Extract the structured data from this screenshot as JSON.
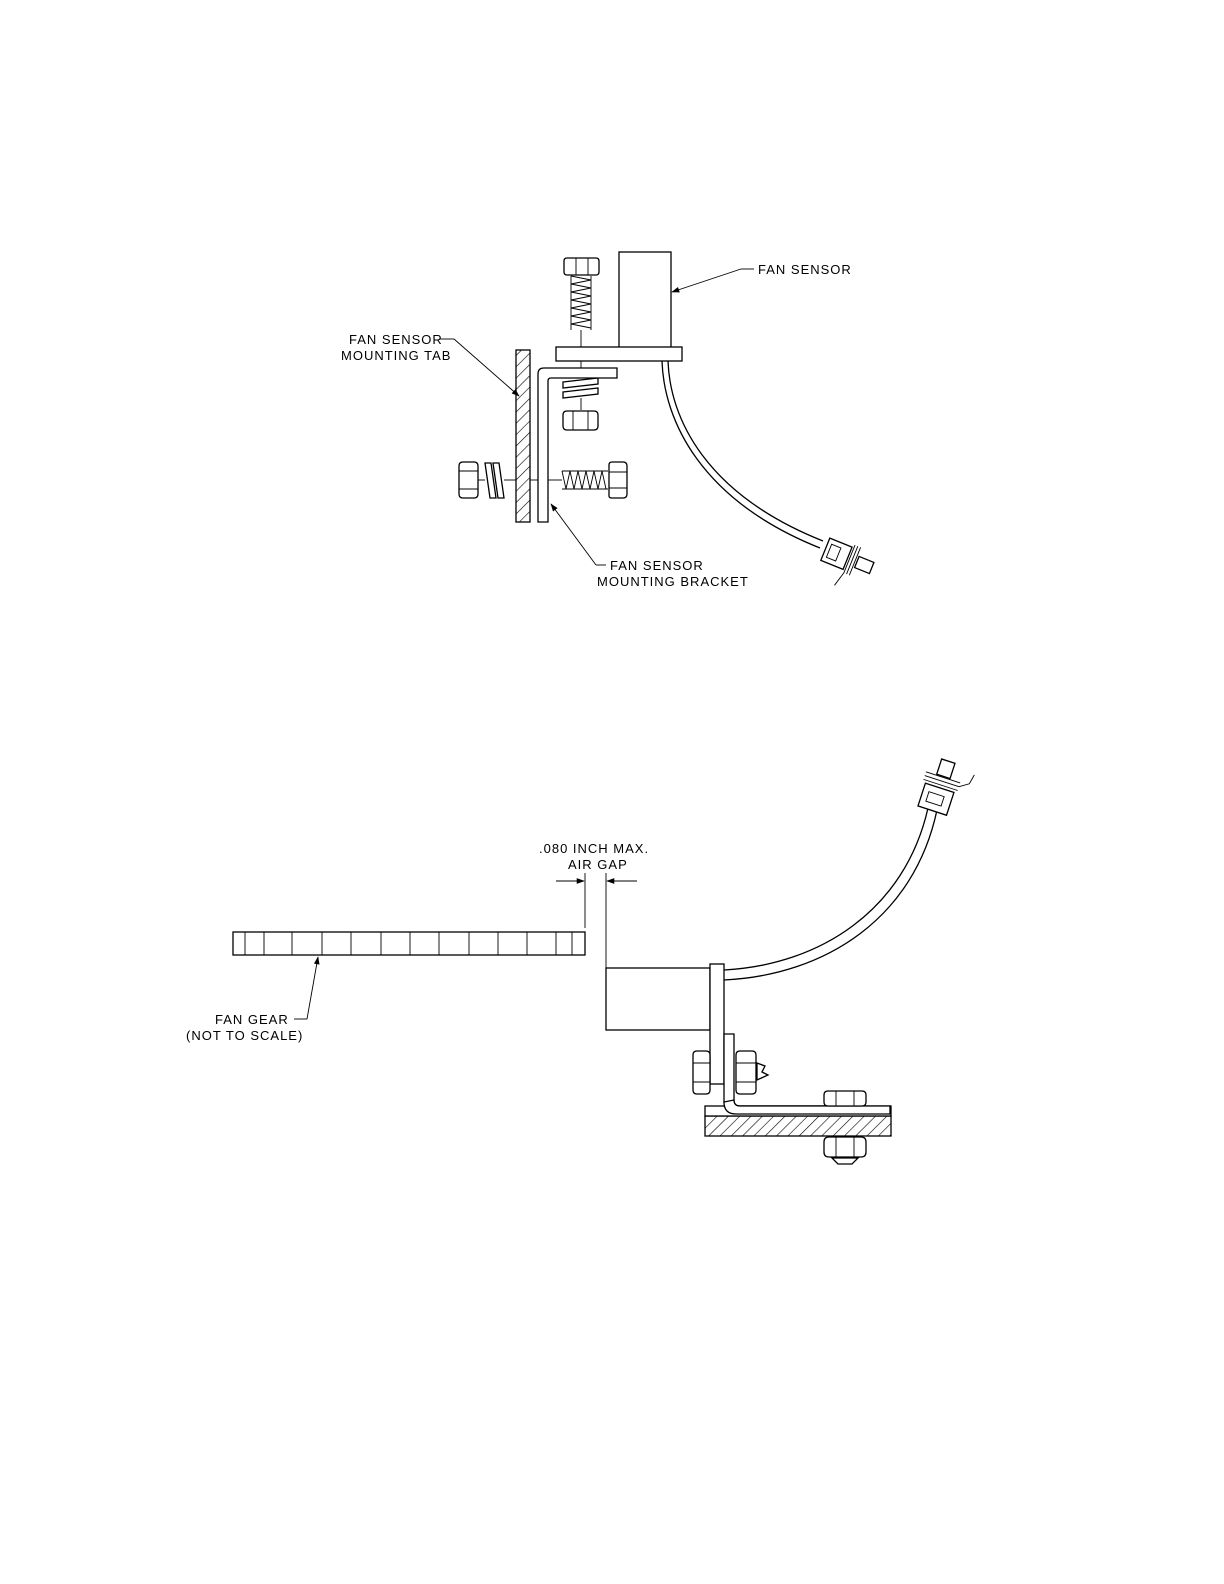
{
  "top_view": {
    "labels": {
      "fan_sensor": "FAN SENSOR",
      "mounting_tab_line1": "FAN SENSOR",
      "mounting_tab_line2": "MOUNTING TAB",
      "mounting_bracket_line1": "FAN SENSOR",
      "mounting_bracket_line2": "MOUNTING BRACKET"
    }
  },
  "bottom_view": {
    "labels": {
      "air_gap_line1": ".080 INCH MAX.",
      "air_gap_line2": "AIR GAP",
      "fan_gear_line1": "FAN GEAR",
      "fan_gear_line2": "(NOT TO SCALE)"
    }
  }
}
